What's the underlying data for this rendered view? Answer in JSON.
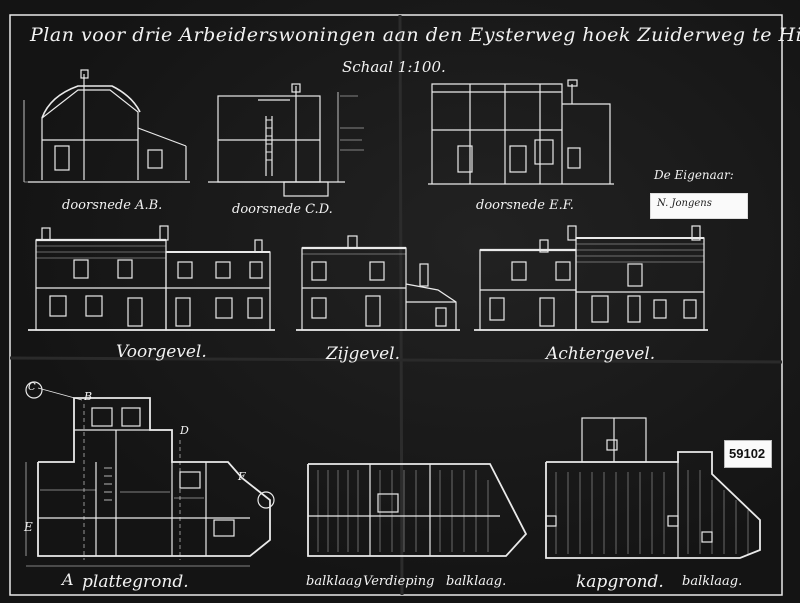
{
  "title": "Plan voor drie Arbeiderswoningen aan den Eysterweg hoek Zuiderweg te Hilversum",
  "scale": "Schaal 1:100.",
  "sections": {
    "ab": "doorsnede A.B.",
    "cd": "doorsnede C.D.",
    "ef": "doorsnede E.F."
  },
  "facades": {
    "front": "Voorgevel.",
    "side": "Zijgevel.",
    "rear": "Achtergevel."
  },
  "plans": {
    "ground": "plattegrond.",
    "beams1": "balklaag",
    "floor": "Verdieping",
    "beams2": "balklaag.",
    "roof": "kapgrond.",
    "beams3": "balklaag."
  },
  "owner": {
    "label": "De Eigenaar:",
    "signature": "N. Jongens"
  },
  "stamp": "59102",
  "markers": {
    "a": "A",
    "b": "B",
    "c": "C",
    "d": "D",
    "e": "E",
    "f": "F"
  },
  "colors": {
    "paper": "#141414",
    "ink": "#f2f2f2"
  }
}
